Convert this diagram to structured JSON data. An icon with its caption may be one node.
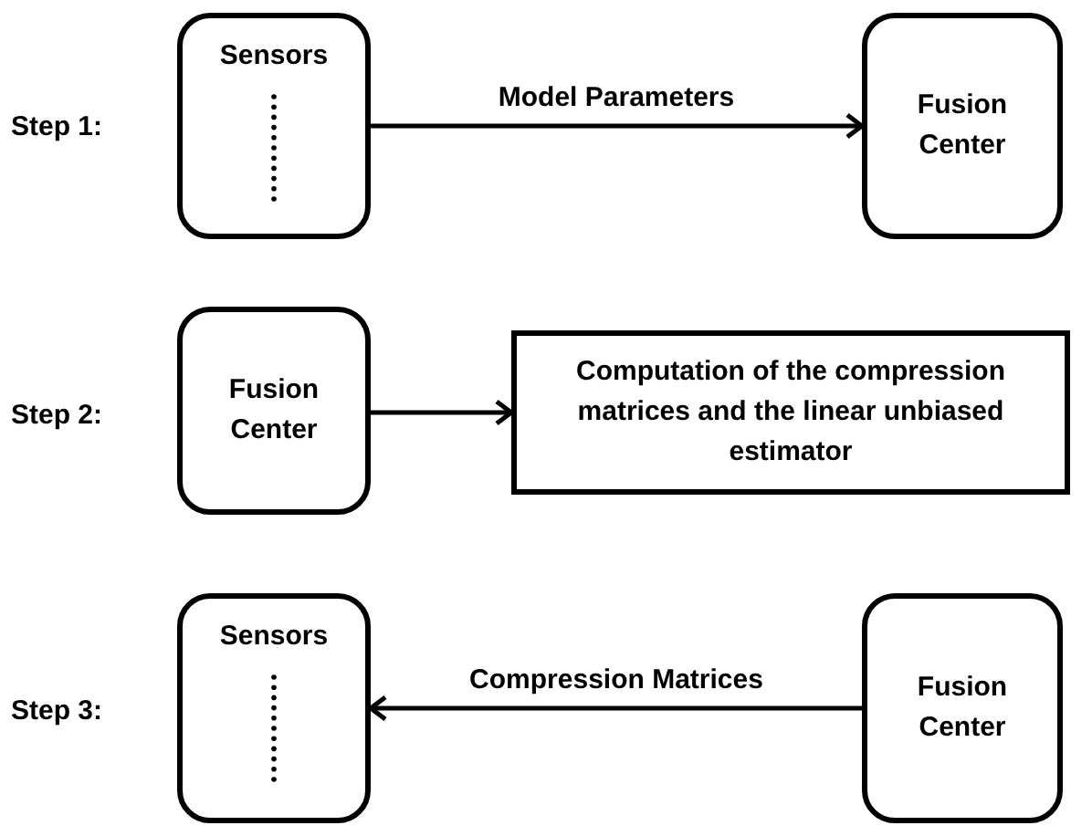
{
  "diagram": {
    "nodes": [
      {
        "text": [
          "Sensors"
        ]
      },
      {
        "text": [
          "Fusion Center"
        ]
      },
      {
        "text": [
          "Fusion Center"
        ]
      },
      {
        "text": [
          "Computation of the compression matrices and the linear unbiased estimator"
        ]
      },
      {
        "text": [
          "Sensors"
        ]
      },
      {
        "text": [
          "Fusion Center"
        ]
      }
    ],
    "edges": [
      {
        "from": 0,
        "to": 1,
        "arrow": "to",
        "label": "Model Parameters"
      },
      {
        "from": 2,
        "to": 3,
        "arrow": "to"
      },
      {
        "from": 5,
        "to": 4,
        "arrow": "to",
        "label": "Compression Matrices"
      }
    ],
    "labels": [
      "Step 1:",
      "Step 2:",
      "Step 3:"
    ]
  }
}
